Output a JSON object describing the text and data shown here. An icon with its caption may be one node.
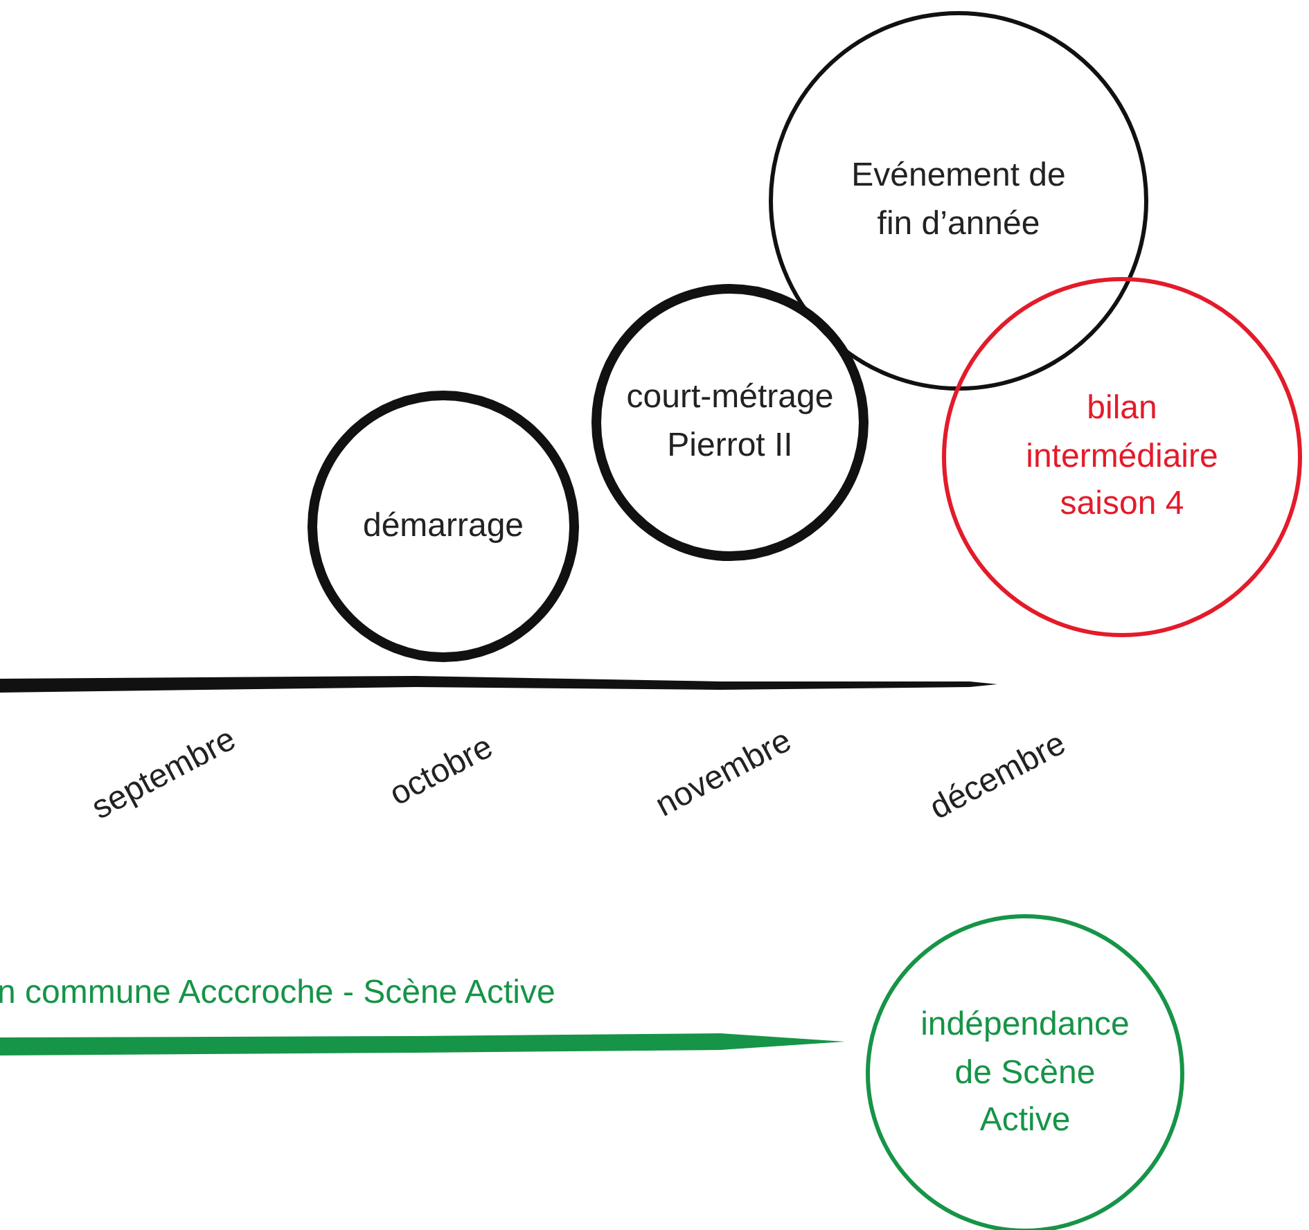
{
  "diagram": {
    "nodes": [
      {
        "text": [
          "démarrage"
        ]
      },
      {
        "text": [
          "court-métrage Pierrot II"
        ]
      },
      {
        "text": [
          "Evénement de fin d’année"
        ]
      },
      {
        "text": [
          "bilan intermédiaire saison 4"
        ]
      },
      {
        "text": [
          "indépendance de Scène Active"
        ]
      }
    ],
    "labels": [
      "septembre",
      "octobre",
      "novembre",
      "décembre",
      "n commune Acccroche - Scène Active"
    ]
  }
}
